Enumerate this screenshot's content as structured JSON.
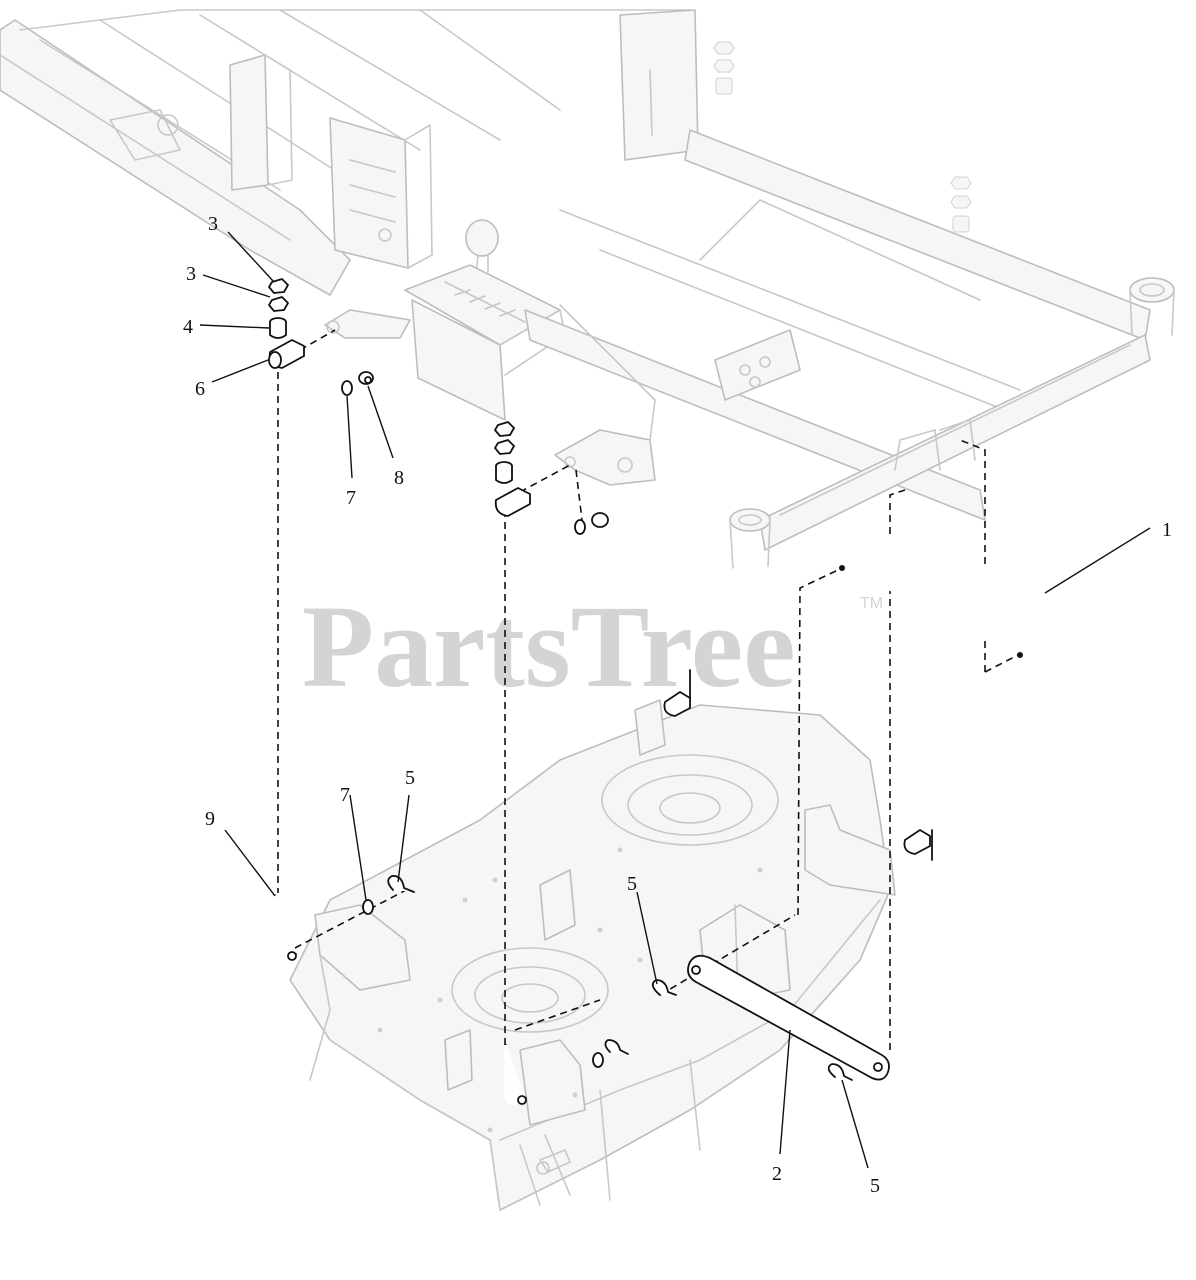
{
  "watermark": {
    "text": "PartsTree",
    "trademark": "TM"
  },
  "callouts": {
    "c1": "1",
    "c2": "2",
    "c3a": "3",
    "c3b": "3",
    "c4": "4",
    "c5a": "5",
    "c5b": "5",
    "c5c": "5",
    "c6": "6",
    "c7a": "7",
    "c7b": "7",
    "c8": "8",
    "c9": "9"
  },
  "colors": {
    "ghost_line": "#c8c8c8",
    "part_line": "#111111",
    "watermark": "#d4d4d4"
  }
}
